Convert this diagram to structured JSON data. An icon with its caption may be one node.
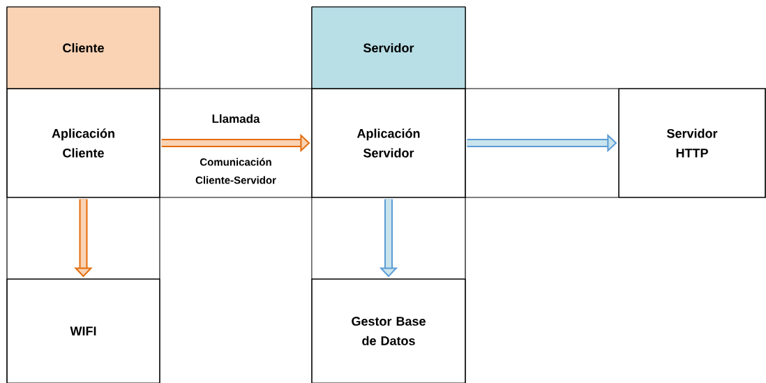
{
  "diagram": {
    "nodes": [
      {
        "text": [
          "Cliente"
        ]
      },
      {
        "text": [
          "Servidor"
        ]
      },
      {
        "text": [
          "Aplicación Cliente"
        ]
      },
      {
        "text": [
          "Aplicación Servidor"
        ]
      },
      {
        "text": [
          "Servidor HTTP"
        ]
      },
      {
        "text": [
          "WIFI"
        ]
      },
      {
        "text": [
          "Gestor Base de Datos"
        ]
      }
    ],
    "edges": [
      {
        "from": 2,
        "to": 3,
        "arrow": "to",
        "label": "Llamada",
        "color": "#e46c0a"
      },
      {
        "from": 3,
        "to": 4,
        "arrow": "to",
        "color": "#5b9bd5"
      },
      {
        "from": 2,
        "to": 5,
        "arrow": "to",
        "color": "#e46c0a"
      },
      {
        "from": 3,
        "to": 6,
        "arrow": "to",
        "color": "#5b9bd5"
      }
    ],
    "labels": [
      "Comunicación Cliente-Servidor"
    ]
  }
}
